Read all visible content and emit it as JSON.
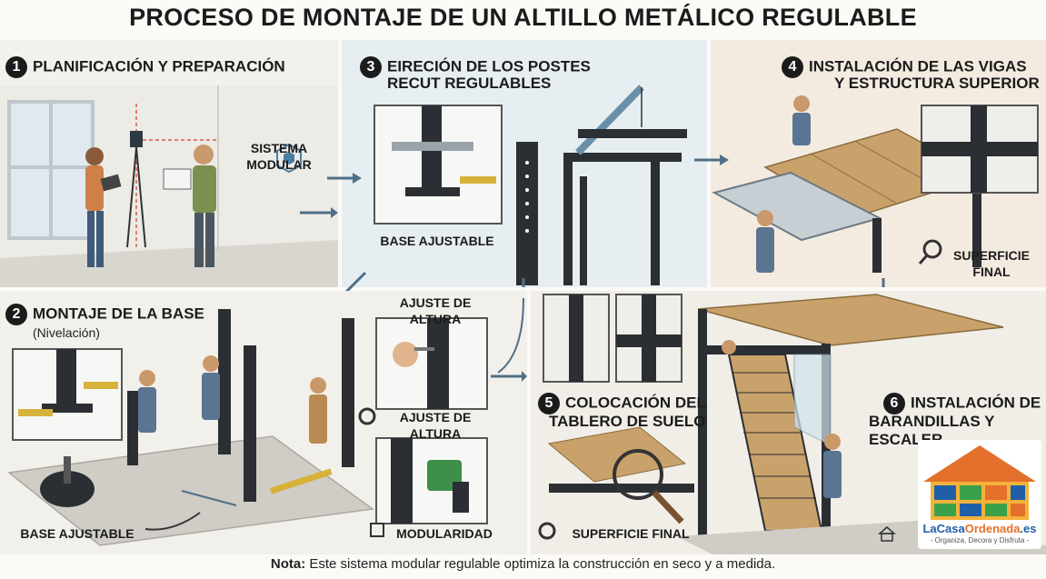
{
  "title": "PROCESO DE MONTAJE DE UN ALTILLO METÁLICO REGULABLE",
  "steps": [
    {
      "num": "1",
      "title": "PLANIFICACIÓN Y PREPARACIÓN"
    },
    {
      "num": "2",
      "title": "MONTAJE DE LA BASE",
      "subtitle": "(Nivelación)"
    },
    {
      "num": "3",
      "title_line1": "EIRECIÓN DE LOS POSTES",
      "title_line2": "RECUT REGULABLES"
    },
    {
      "num": "4",
      "title_line1": "INSTALACIÓN DE LAS VIGAS",
      "title_line2": "Y ESTRUCTURA SUPERIOR"
    },
    {
      "num": "5",
      "title_line1": "COLOCACIÓN DEL",
      "title_line2": "TABLERO DE SUELO"
    },
    {
      "num": "6",
      "title_line1": "INSTALACIÓN DE",
      "title_line2": "BARANDILLAS Y ESCALER"
    }
  ],
  "labels": {
    "sistema_modular_1": "SISTEMA",
    "sistema_modular_2": "MODULAR",
    "base_ajustable_top": "BASE AJUSTABLE",
    "base_ajustable_bottom": "BASE AJUSTABLE",
    "ajuste_altura_1": "AJUSTE DE ALTURA",
    "ajuste_altura_2": "AJUSTE DE ALTURA",
    "modularidad": "MODULARIDAD",
    "superficie_final_4a": "SUPERFICIE",
    "superficie_final_4b": "FINAL",
    "superficie_final_5": "SUPERFICIE FINAL"
  },
  "note": {
    "bold": "Nota:",
    "text": " Este sistema modular regulable optimiza la construcción en seco y a medida."
  },
  "logo": {
    "name_part1": "LaCasa",
    "name_part2": "Ordenada",
    "name_part3": ".es",
    "tagline": "- Organiza, Decora y Disfruta -"
  },
  "colors": {
    "steel": "#2b2f33",
    "wood": "#c9a26b",
    "accent_blue": "#4a7fa3",
    "arrow": "#4f6f86",
    "logo_orange": "#e3702b",
    "logo_blue": "#1f5fa8"
  }
}
